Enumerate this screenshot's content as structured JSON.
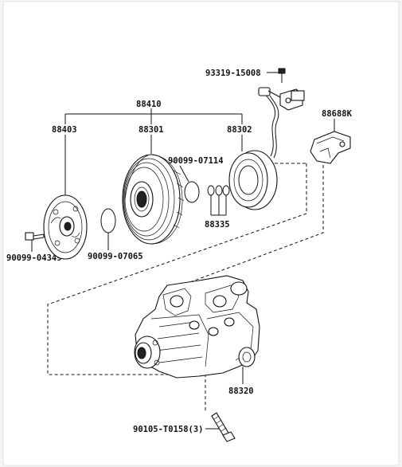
{
  "labels": {
    "p93319": "93319-15008",
    "p88410": "88410",
    "p88403": "88403",
    "p88301": "88301",
    "p88302": "88302",
    "p88688k": "88688K",
    "p90099_07114": "90099-07114",
    "p88335": "88335",
    "p90099_04349": "90099-04349",
    "p90099_07065": "90099-07065",
    "p88320": "88320",
    "p90105": "90105-T0158(3)"
  }
}
